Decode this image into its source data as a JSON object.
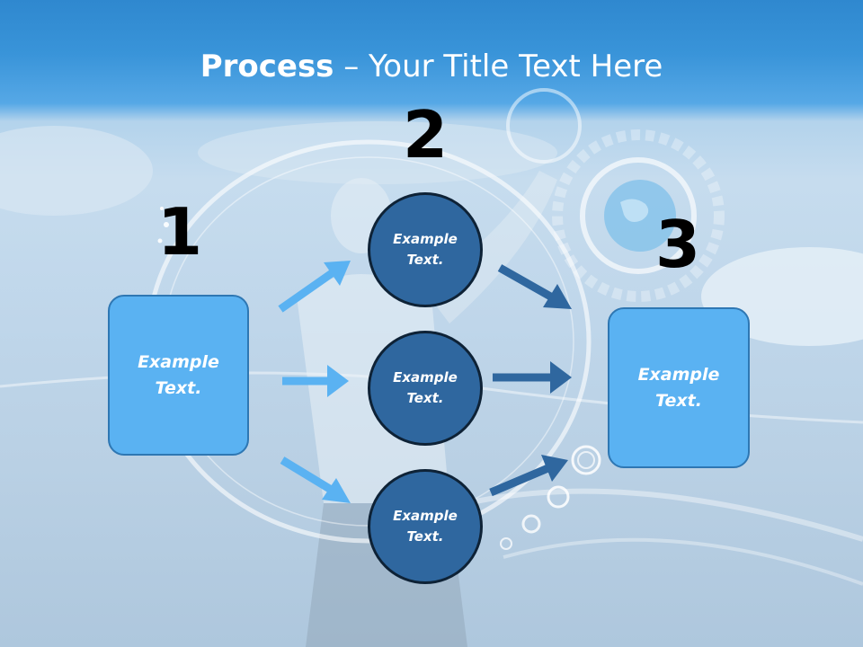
{
  "slide": {
    "title_bold": "Process",
    "title_rest": " – Your Title Text Here"
  },
  "numbers": {
    "step1": "1",
    "step2": "2",
    "step3": "3"
  },
  "boxes": {
    "left": {
      "line1": "Example",
      "line2": "Text."
    },
    "right": {
      "line1": "Example",
      "line2": "Text."
    }
  },
  "circles": [
    {
      "line1": "Example",
      "line2": "Text."
    },
    {
      "line1": "Example",
      "line2": "Text."
    },
    {
      "line1": "Example",
      "line2": "Text."
    }
  ],
  "colors": {
    "title_bar": "#3994d9",
    "box_fill": "#5ab2f2",
    "circle_fill": "#2f679f",
    "arrow_light": "#5ab2f2",
    "arrow_dark": "#2f679f"
  }
}
